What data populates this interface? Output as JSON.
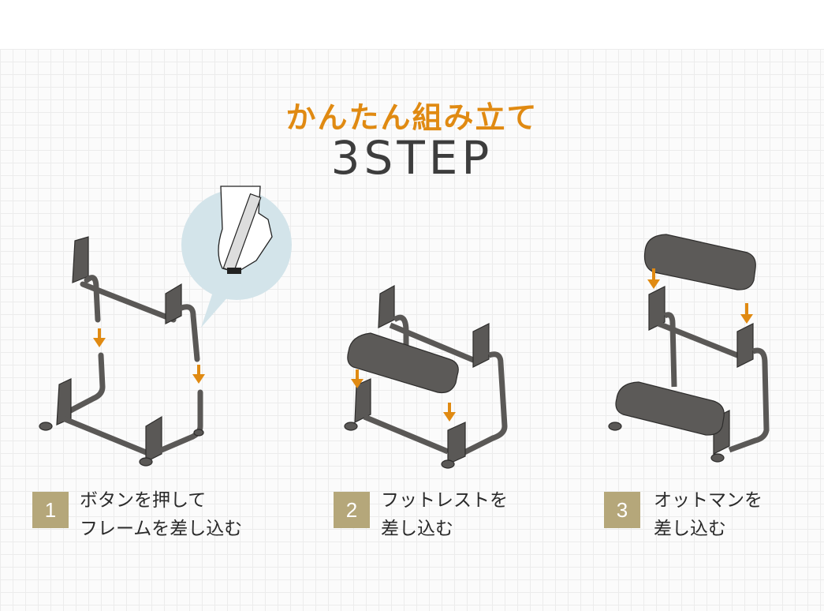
{
  "header": {
    "title_jp": "かんたん組み立て",
    "title_en": "3STEP"
  },
  "colors": {
    "accent_orange": "#e08a12",
    "badge_gold": "#b5a77a",
    "frame_gray": "#5a5856",
    "callout_blue": "#d3e4ea"
  },
  "steps": [
    {
      "number": "1",
      "text": "ボタンを押して\nフレームを差し込む",
      "illustration": "frame-assembly"
    },
    {
      "number": "2",
      "text": "フットレストを\n差し込む",
      "illustration": "footrest-insert"
    },
    {
      "number": "3",
      "text": "オットマンを\n差し込む",
      "illustration": "ottoman-insert"
    }
  ]
}
